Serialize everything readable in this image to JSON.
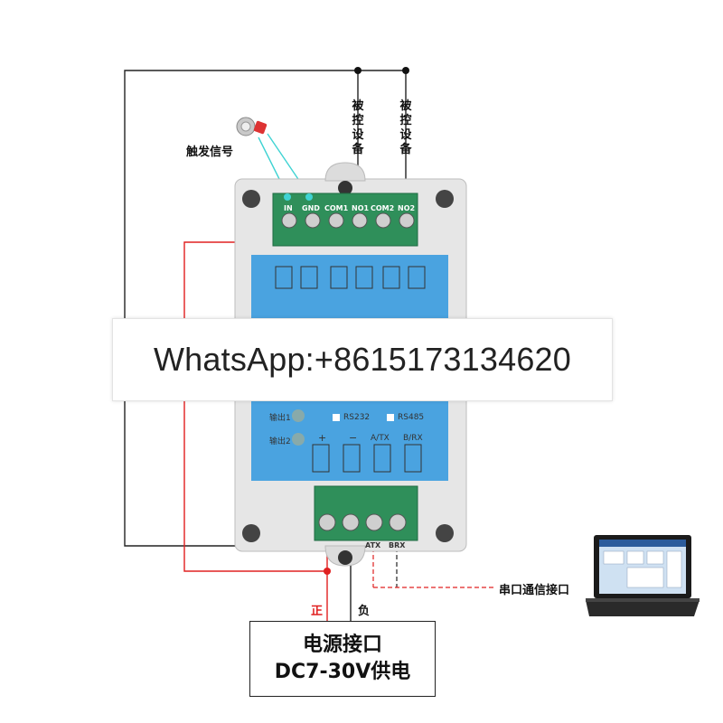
{
  "labels": {
    "trigger_signal": "触发信号",
    "controlled_device_1": "被控设备",
    "controlled_device_2": "被控设备",
    "serial_port": "串口通信接口",
    "positive": "正",
    "negative": "负"
  },
  "top_terminals": [
    "IN",
    "GND",
    "COM1",
    "NO1",
    "COM2",
    "NO2"
  ],
  "bottom_terminals": {
    "atx": "ATX",
    "brx": "BRX"
  },
  "panel": {
    "output1": "输出1",
    "output2": "输出2",
    "rs232": "RS232",
    "rs485": "RS485",
    "plus": "+",
    "minus": "−",
    "a_tx": "A/TX",
    "b_rx": "B/RX"
  },
  "watermark": "WhatsApp:+8615173134620",
  "power_box": {
    "line1": "电源接口",
    "line2": "DC7-30V供电"
  },
  "colors": {
    "board_blue": "#4aa3e0",
    "terminal_green": "#2f8f5a",
    "wire_red": "#e02020",
    "wire_black": "#222222",
    "signal_cyan": "#3fd3d3",
    "case_grey": "#e6e6e6"
  }
}
